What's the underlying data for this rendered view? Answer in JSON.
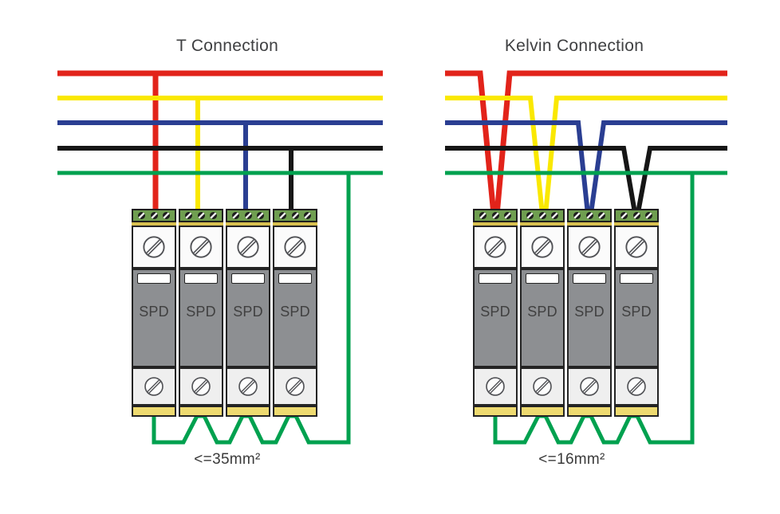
{
  "diagrams": [
    {
      "id": "t-connection",
      "title": "T Connection",
      "size_label": "<=35mm²",
      "spd_label": "SPD",
      "module_count": 4
    },
    {
      "id": "kelvin-connection",
      "title": "Kelvin Connection",
      "size_label": "<=16mm²",
      "spd_label": "SPD",
      "module_count": 4
    }
  ],
  "colors": {
    "phase_red": "#e2231a",
    "phase_yellow": "#fae800",
    "phase_blue": "#2a3e92",
    "neutral_black": "#161616",
    "earth_green": "#00a14f",
    "terminal_green": "#6f9e50",
    "accent_gold": "#d8c050",
    "strip_yellow": "#eeda70",
    "module_gray": "#8d8f92"
  }
}
